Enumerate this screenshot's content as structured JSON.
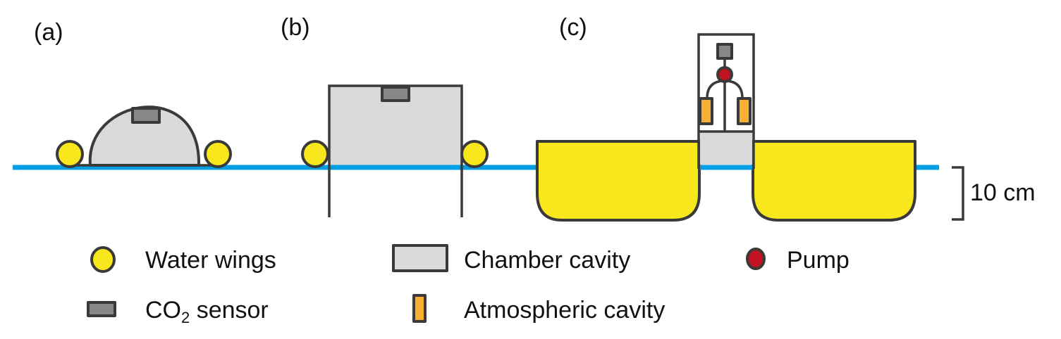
{
  "colors": {
    "water": "#009fe3",
    "outline": "#3a3a3a",
    "water_wings": "#f8e71c",
    "chamber_cavity": "#d9d9d9",
    "co2_sensor": "#878787",
    "pump": "#c1121f",
    "atmospheric_cavity": "#f7b032",
    "float": "#f8e71c"
  },
  "panels": [
    {
      "id": "a",
      "label": "(a)"
    },
    {
      "id": "b",
      "label": "(b)"
    },
    {
      "id": "c",
      "label": "(c)"
    }
  ],
  "scale_bar": {
    "label": "10 cm"
  },
  "legend": {
    "items": [
      {
        "key": "water-wings",
        "label": "Water wings"
      },
      {
        "key": "chamber-cavity",
        "label": "Chamber cavity"
      },
      {
        "key": "pump",
        "label": "Pump"
      },
      {
        "key": "co2-sensor",
        "label_main": "CO",
        "label_sub": "2",
        "label_rest": " sensor"
      },
      {
        "key": "atmospheric-cavity",
        "label": "Atmospheric cavity"
      }
    ]
  }
}
